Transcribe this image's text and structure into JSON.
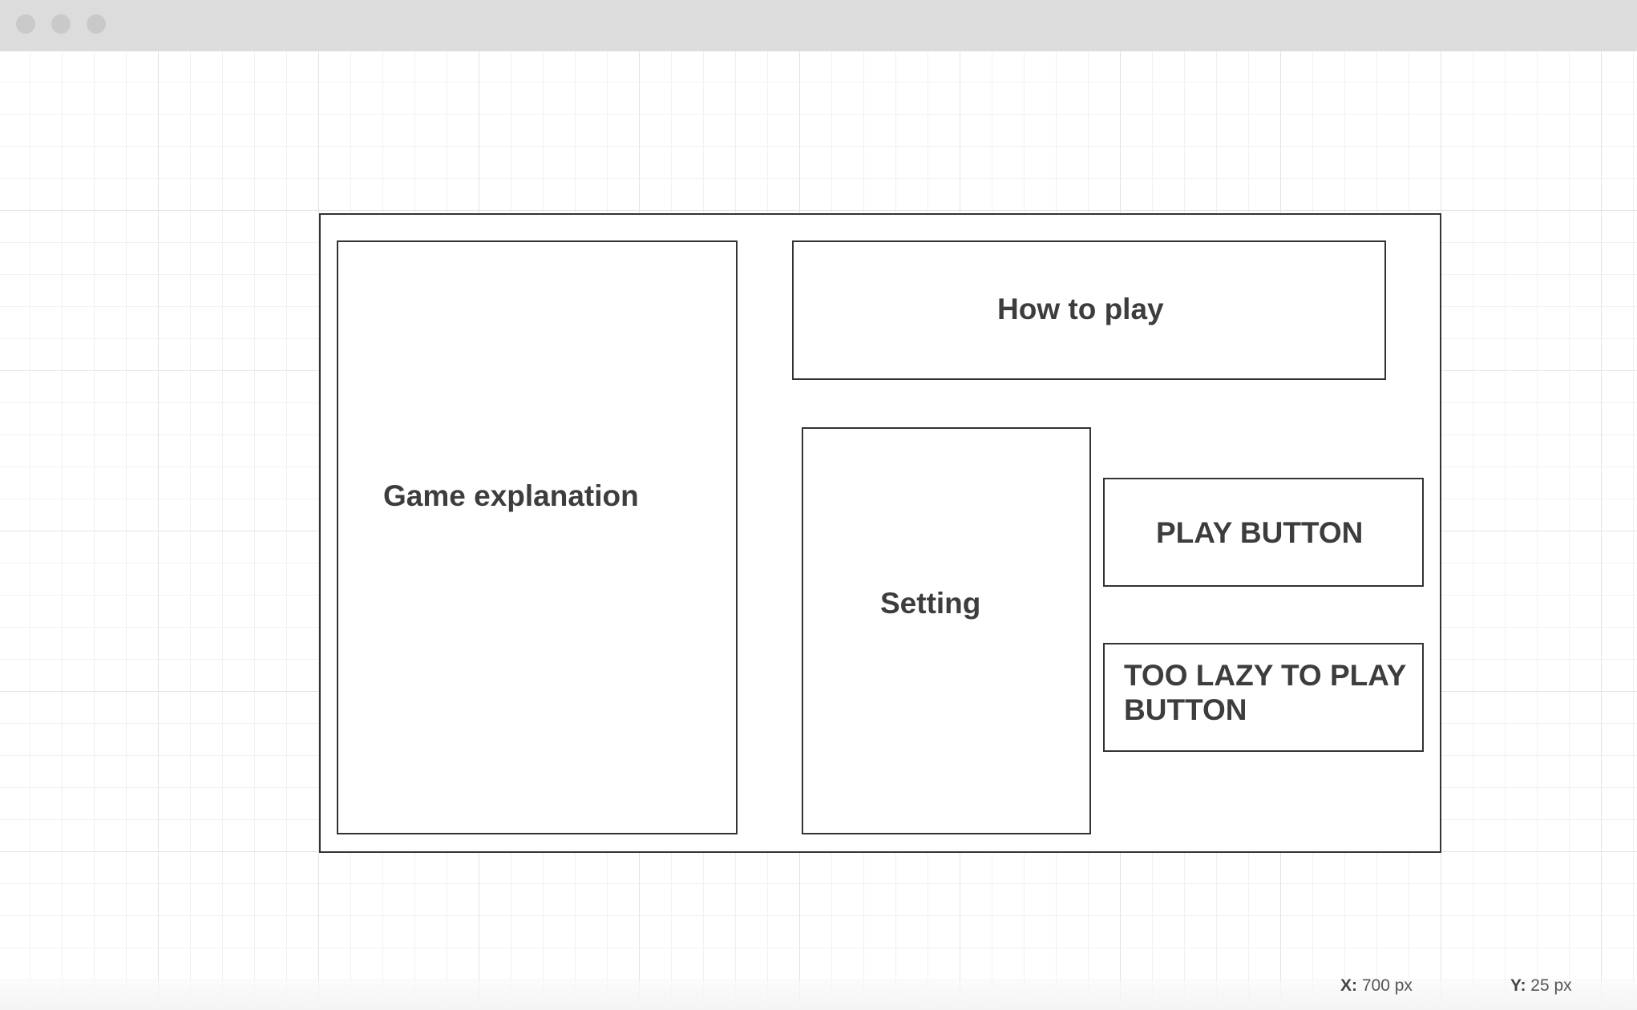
{
  "wireframe": {
    "game_explanation": "Game explanation",
    "how_to_play": "How to play",
    "setting": "Setting",
    "play_button": "PLAY BUTTON",
    "lazy_button_line1": "TOO LAZY TO PLAY",
    "lazy_button_line2": "BUTTON"
  },
  "status": {
    "x_label": "X:",
    "x_value": "700 px",
    "y_label": "Y:",
    "y_value": "25 px"
  },
  "colors": {
    "titlebar": "#dcdcdc",
    "stroke": "#333333",
    "text": "#3d3d3d"
  }
}
